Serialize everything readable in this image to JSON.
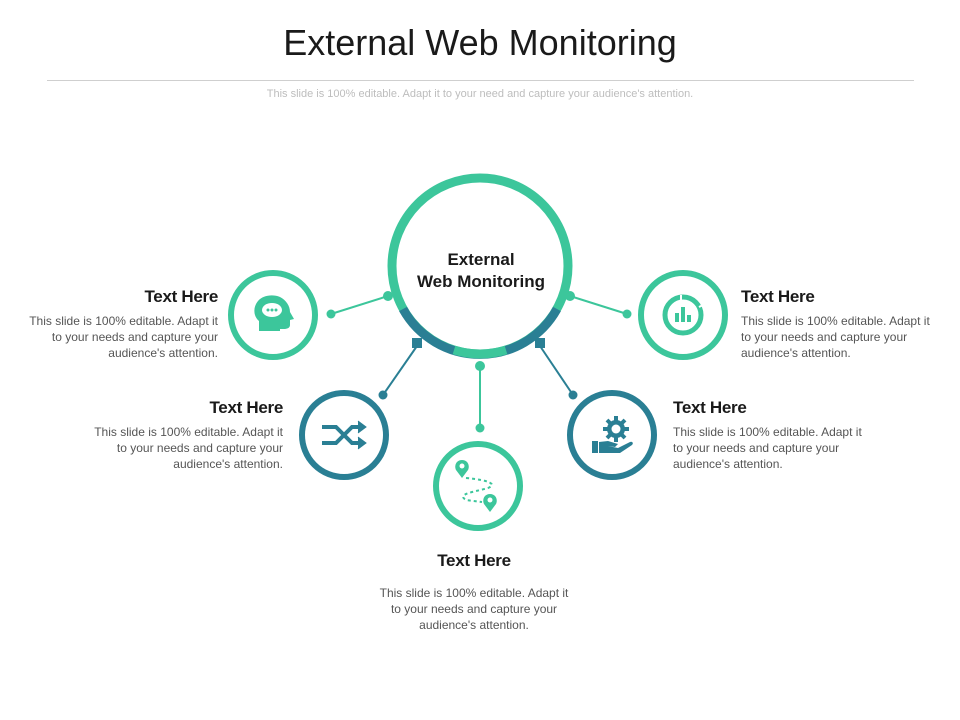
{
  "slide": {
    "title": "External Web Monitoring",
    "subtitle": "This slide is 100% editable. Adapt it to your need and capture your audience's attention."
  },
  "hub": {
    "line1": "External",
    "line2": "Web Monitoring"
  },
  "colors": {
    "green": "#3cc69b",
    "teal": "#2a7f94",
    "text": "#1a1a1a"
  },
  "items": [
    {
      "heading": "Text Here",
      "body": "This slide is 100% editable. Adapt it to your needs and capture your audience's attention.",
      "icon": "thinking-head-icon"
    },
    {
      "heading": "Text Here",
      "body": "This slide is 100% editable. Adapt it to your needs and capture your audience's attention.",
      "icon": "shuffle-arrows-icon"
    },
    {
      "heading": "Text Here",
      "body": "This slide is 100% editable. Adapt it to your needs and capture your audience's attention.",
      "icon": "route-pins-icon"
    },
    {
      "heading": "Text Here",
      "body": "This slide is 100% editable. Adapt it to your needs and capture your audience's attention.",
      "icon": "gear-hand-icon"
    },
    {
      "heading": "Text Here",
      "body": "This slide is 100% editable. Adapt it to your needs and capture your audience's attention.",
      "icon": "chart-ring-icon"
    }
  ]
}
